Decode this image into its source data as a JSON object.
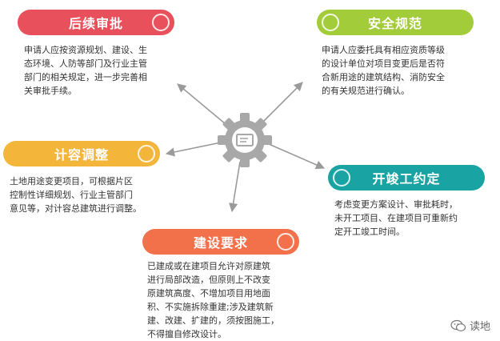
{
  "colors": {
    "red": "#e8505b",
    "green": "#a3cc3b",
    "yellow": "#f4b63a",
    "teal": "#1aa3a3",
    "orange": "#f2714b",
    "connector": "#9a9a9a",
    "gear": "#a8a8a8"
  },
  "center": {
    "icon": "gear-icon"
  },
  "nodes": [
    {
      "id": "approval",
      "title": "后续审批",
      "color": "red",
      "lines": [
        "申请人应按资源规划、建设、生",
        "态环境、人防等部门及行业主管",
        "部门的相关规定，进一步完善相",
        "关审批手续。"
      ]
    },
    {
      "id": "safety",
      "title": "安全规范",
      "color": "green",
      "lines": [
        "申请人应委托具有相应资质等级",
        "的设计单位对项目变更后是否符",
        "合新用途的建筑结构、消防安全",
        "的有关规范进行确认。"
      ]
    },
    {
      "id": "capacity",
      "title": "计容调整",
      "color": "yellow",
      "lines": [
        "土地用途变更项目，可根据片区",
        "控制性详细规划、行业主管部门",
        "意见等，对计容总建筑进行调整。"
      ]
    },
    {
      "id": "deadline",
      "title": "开竣工约定",
      "color": "teal",
      "lines": [
        "考虑变更方案设计、审批耗时，",
        "未开工项目、在建项目可重新约",
        "定开工竣工时间。"
      ]
    },
    {
      "id": "requirement",
      "title": "建设要求",
      "color": "orange",
      "lines": [
        "已建成或在建项目允许对原建筑",
        "进行局部改造，但原则上不改变",
        "原建筑高度、不增加项目用地面",
        "积、不实施拆除重建;涉及建筑新",
        "建、改建、扩建的，须按图施工，",
        "不得擅自修改设计。"
      ]
    }
  ],
  "watermark": {
    "icon": "wechat-icon",
    "text": "读地"
  }
}
